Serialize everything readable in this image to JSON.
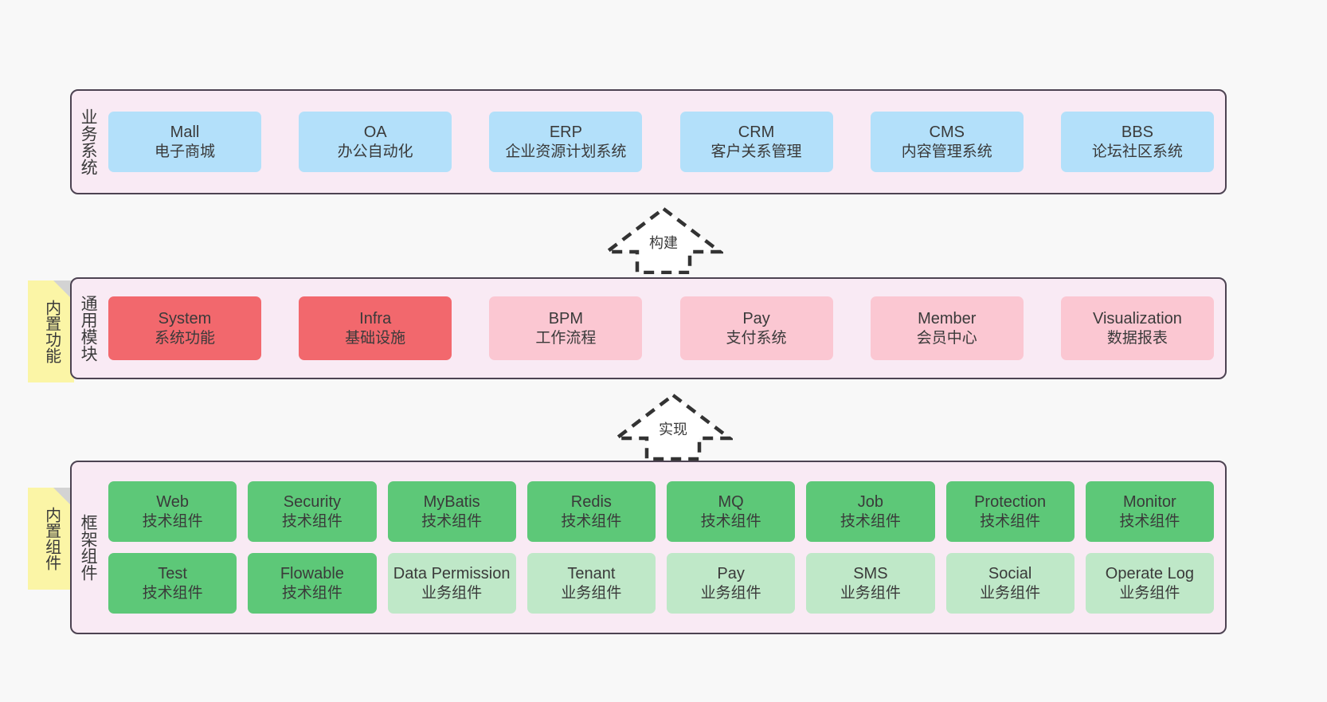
{
  "diagram": {
    "background_color": "#f8f8f8",
    "panel_bg": "#f9eaf4",
    "panel_border": "#4d4352"
  },
  "layers": [
    {
      "id": "business",
      "title": "业务系统",
      "cards": [
        {
          "name": "Mall",
          "desc": "电子商城",
          "color": "#b3e0fa",
          "style": "blue"
        },
        {
          "name": "OA",
          "desc": "办公自动化",
          "color": "#b3e0fa",
          "style": "blue"
        },
        {
          "name": "ERP",
          "desc": "企业资源计划系统",
          "color": "#b3e0fa",
          "style": "blue"
        },
        {
          "name": "CRM",
          "desc": "客户关系管理",
          "color": "#b3e0fa",
          "style": "blue"
        },
        {
          "name": "CMS",
          "desc": "内容管理系统",
          "color": "#b3e0fa",
          "style": "blue"
        },
        {
          "name": "BBS",
          "desc": "论坛社区系统",
          "color": "#b3e0fa",
          "style": "blue"
        }
      ]
    },
    {
      "id": "modules",
      "title": "通用模块",
      "note": "内置功能",
      "cards": [
        {
          "name": "System",
          "desc": "系统功能",
          "color": "#f2686d",
          "style": "red"
        },
        {
          "name": "Infra",
          "desc": "基础设施",
          "color": "#f2686d",
          "style": "red"
        },
        {
          "name": "BPM",
          "desc": "工作流程",
          "color": "#fbc7d2",
          "style": "pink"
        },
        {
          "name": "Pay",
          "desc": "支付系统",
          "color": "#fbc7d2",
          "style": "pink"
        },
        {
          "name": "Member",
          "desc": "会员中心",
          "color": "#fbc7d2",
          "style": "pink"
        },
        {
          "name": "Visualization",
          "desc": "数据报表",
          "color": "#fbc7d2",
          "style": "pink"
        }
      ]
    },
    {
      "id": "framework",
      "title": "框架组件",
      "note": "内置组件",
      "cards": [
        {
          "name": "Web",
          "desc": "技术组件",
          "color": "#5dc878",
          "style": "green"
        },
        {
          "name": "Security",
          "desc": "技术组件",
          "color": "#5dc878",
          "style": "green"
        },
        {
          "name": "MyBatis",
          "desc": "技术组件",
          "color": "#5dc878",
          "style": "green"
        },
        {
          "name": "Redis",
          "desc": "技术组件",
          "color": "#5dc878",
          "style": "green"
        },
        {
          "name": "MQ",
          "desc": "技术组件",
          "color": "#5dc878",
          "style": "green"
        },
        {
          "name": "Job",
          "desc": "技术组件",
          "color": "#5dc878",
          "style": "green"
        },
        {
          "name": "Protection",
          "desc": "技术组件",
          "color": "#5dc878",
          "style": "green"
        },
        {
          "name": "Monitor",
          "desc": "技术组件",
          "color": "#5dc878",
          "style": "green"
        },
        {
          "name": "Test",
          "desc": "技术组件",
          "color": "#5dc878",
          "style": "green"
        },
        {
          "name": "Flowable",
          "desc": "技术组件",
          "color": "#5dc878",
          "style": "green"
        },
        {
          "name": "Data Permission",
          "desc": "业务组件",
          "color": "#bfe8c8",
          "style": "mint"
        },
        {
          "name": "Tenant",
          "desc": "业务组件",
          "color": "#bfe8c8",
          "style": "mint"
        },
        {
          "name": "Pay",
          "desc": "业务组件",
          "color": "#bfe8c8",
          "style": "mint"
        },
        {
          "name": "SMS",
          "desc": "业务组件",
          "color": "#bfe8c8",
          "style": "mint"
        },
        {
          "name": "Social",
          "desc": "业务组件",
          "color": "#bfe8c8",
          "style": "mint"
        },
        {
          "name": "Operate Log",
          "desc": "业务组件",
          "color": "#bfe8c8",
          "style": "mint"
        }
      ]
    }
  ],
  "arrows": [
    {
      "id": "build",
      "label": "构建",
      "direction": "up",
      "style": "dashed-hollow"
    },
    {
      "id": "implement",
      "label": "实现",
      "direction": "up",
      "style": "dashed-hollow"
    }
  ],
  "notes": [
    {
      "id": "builtin-features",
      "label": "内置功能",
      "color": "#fbf5a6"
    },
    {
      "id": "builtin-components",
      "label": "内置组件",
      "color": "#fbf5a6"
    }
  ]
}
